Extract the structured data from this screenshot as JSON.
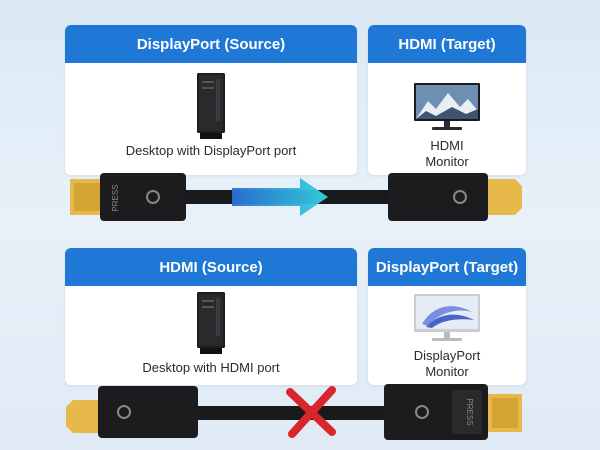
{
  "top": {
    "source": {
      "header": "DisplayPort (Source)",
      "caption": "Desktop with DisplayPort port"
    },
    "target": {
      "header": "HDMI (Target)",
      "caption": "HDMI\nMonitor"
    }
  },
  "bottom": {
    "source": {
      "header": "HDMI (Source)",
      "caption": "Desktop with HDMI port"
    },
    "target": {
      "header": "DisplayPort (Target)",
      "caption": "DisplayPort\nMonitor"
    }
  },
  "connector_press_label": "PRESS",
  "colors": {
    "header_blue": "#1f78d6",
    "arrow_start": "#2a6fd6",
    "arrow_end": "#35d3e0",
    "cross_red": "#d9262c",
    "gold": "#e7b84a"
  }
}
